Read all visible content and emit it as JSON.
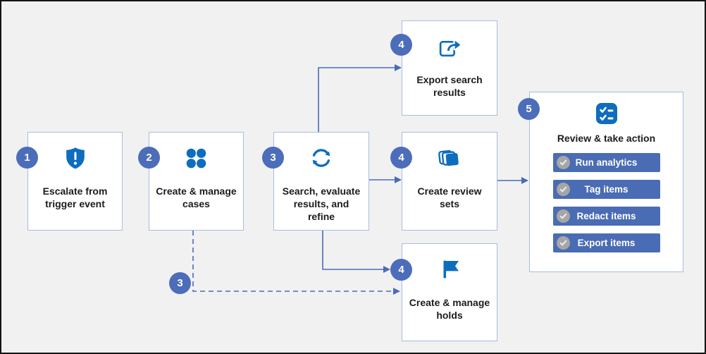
{
  "diagram": {
    "background_color": "#f1f1f2",
    "accent_color": "#4a6cb4",
    "icon_color": "#0e6dbe",
    "badge_color": "#4c6db9",
    "steps": {
      "escalate": {
        "number": "1",
        "label": "Escalate from trigger event",
        "icon": "shield-alert-icon"
      },
      "cases": {
        "number": "2",
        "label": "Create & manage cases",
        "icon": "grid-dots-icon"
      },
      "search": {
        "number": "3",
        "label": "Search, evaluate results, and refine",
        "icon": "sync-arrows-icon"
      },
      "export_search": {
        "number": "4",
        "label": "Export search results",
        "icon": "export-icon"
      },
      "review_sets": {
        "number": "4",
        "label": "Create review sets",
        "icon": "stacked-cards-icon"
      },
      "holds": {
        "number": "4",
        "label": "Create & manage holds",
        "icon": "flag-icon"
      },
      "review_action": {
        "number": "5",
        "label": "Review & take action",
        "icon": "checklist-icon",
        "actions": [
          {
            "label": "Run analytics",
            "icon": "check-circle-icon"
          },
          {
            "label": "Tag items",
            "icon": "check-circle-icon"
          },
          {
            "label": "Redact items",
            "icon": "check-circle-icon"
          },
          {
            "label": "Export items",
            "icon": "check-circle-icon"
          }
        ]
      }
    },
    "connector_badge": {
      "number": "3"
    }
  }
}
